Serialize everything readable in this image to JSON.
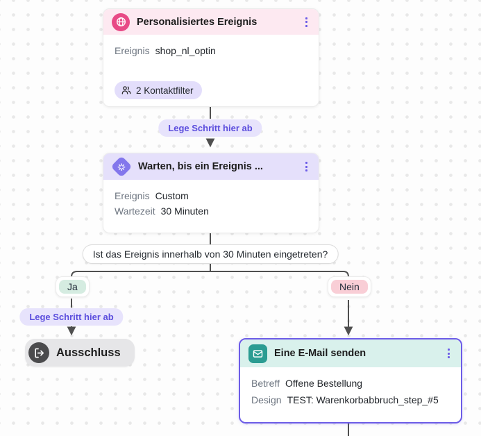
{
  "connectors": {
    "drop_hint_1": "Lege Schritt hier ab",
    "drop_hint_2": "Lege Schritt hier ab",
    "condition_question": "Ist das Ereignis innerhalb von 30 Minuten eingetreten?",
    "branch_yes_label": "Ja",
    "branch_no_label": "Nein"
  },
  "nodes": {
    "custom_event": {
      "title": "Personalisiertes Ereignis",
      "icon": "globe-icon",
      "fields": [
        {
          "label": "Ereignis",
          "value": "shop_nl_optin"
        }
      ],
      "badge": {
        "icon": "contacts-icon",
        "label": "2 Kontaktfilter"
      }
    },
    "wait_event": {
      "title": "Warten, bis ein Ereignis ...",
      "icon": "spinner-icon",
      "fields": [
        {
          "label": "Ereignis",
          "value": "Custom"
        },
        {
          "label": "Wartezeit",
          "value": "30 Minuten"
        }
      ]
    },
    "exit": {
      "title": "Ausschluss",
      "icon": "logout-icon"
    },
    "send_email": {
      "title": "Eine E-Mail senden",
      "icon": "envelope-icon",
      "fields": [
        {
          "label": "Betreff",
          "value": "Offene Bestellung"
        },
        {
          "label": "Design",
          "value": "TEST: Warenkorbabbruch_step_#5"
        }
      ]
    }
  },
  "colors": {
    "event_header": "#fde9f1",
    "event_icon": "#e84a86",
    "wait_header": "#e5e0fb",
    "wait_icon": "#8377ec",
    "email_header": "#d9f1ec",
    "email_icon": "#2b9c92",
    "selected_border": "#6c5ce7",
    "connector_line": "#4f4f4f",
    "drop_hint_bg": "#e7e3fc",
    "drop_hint_text": "#5b4ddd",
    "branch_yes_bg": "#d5ece1",
    "branch_no_bg": "#f9ced6"
  }
}
